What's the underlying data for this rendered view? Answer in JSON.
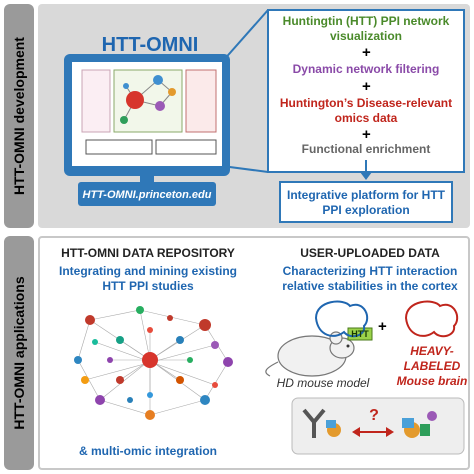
{
  "top": {
    "band_label": "HTT-OMNI development",
    "app_title": "HTT-OMNI",
    "url": "HTT-OMNI.princeton.edu",
    "features": [
      "Huntingtin (HTT) PPI network visualization",
      "Dynamic network filtering",
      "Huntington’s Disease-relevant omics data",
      "Functional enrichment"
    ],
    "platform": "Integrative platform for HTT PPI exploration"
  },
  "bottom": {
    "band_label": "HTT-OMNI applications",
    "left_title": "HTT-OMNI DATA REPOSITORY",
    "left_subtitle": "Integrating and mining existing HTT PPI studies",
    "left_footer": "& multi-omic integration",
    "right_title": "USER-UPLOADED DATA",
    "right_subtitle": "Characterizing HTT interaction relative stabilities in the cortex",
    "htt_tag": "HTT",
    "mouse_label": "HD mouse model",
    "heavy_label": "HEAVY-LABELED Mouse brain",
    "question_mark": "?"
  },
  "colors": {
    "blue": "#1f66b0",
    "green": "#4a8a2a",
    "purple": "#8a4aa8",
    "red": "#c0251c",
    "band": "#9a9a9a"
  }
}
